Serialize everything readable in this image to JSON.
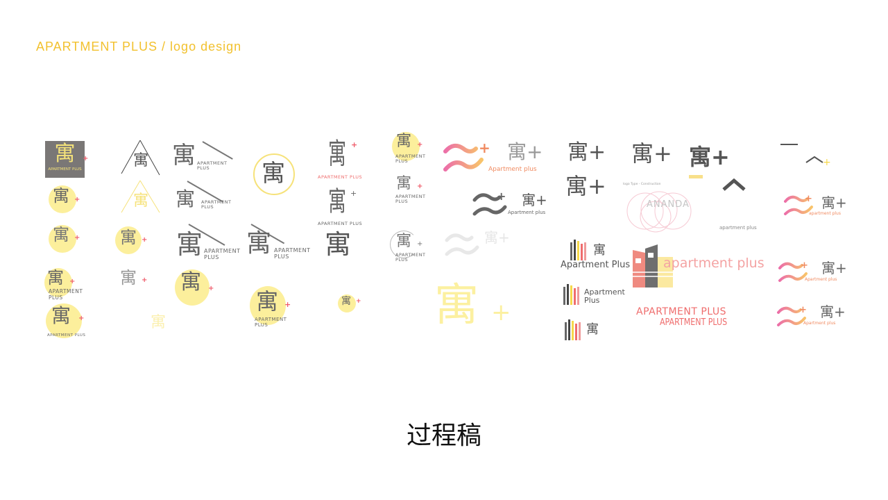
{
  "header": {
    "title": "APARTMENT PLUS / logo design"
  },
  "caption": "过程稿",
  "logo_sketches": {
    "char": "寓",
    "plus": "+",
    "name_caps": "APARTMENT PLUS",
    "name_line1": "APARTMENT",
    "name_line2": "PLUS",
    "name_lower": "Apartment plus",
    "name_title": "Apartment Plus",
    "name_title_l1": "Apartment",
    "name_title_l2": "Plus",
    "name_min": "apartment plus",
    "char_plus": "寓+",
    "ananda": "ANANDA",
    "construction": "logo Type - Construction"
  },
  "colors": {
    "accent_yellow": "#f2c12e",
    "circle_yellow": "#fcef9c",
    "plus_red": "#ef5b6a",
    "gray": "#777777",
    "pink": "#ec6fa8",
    "orange": "#f5a36b"
  }
}
